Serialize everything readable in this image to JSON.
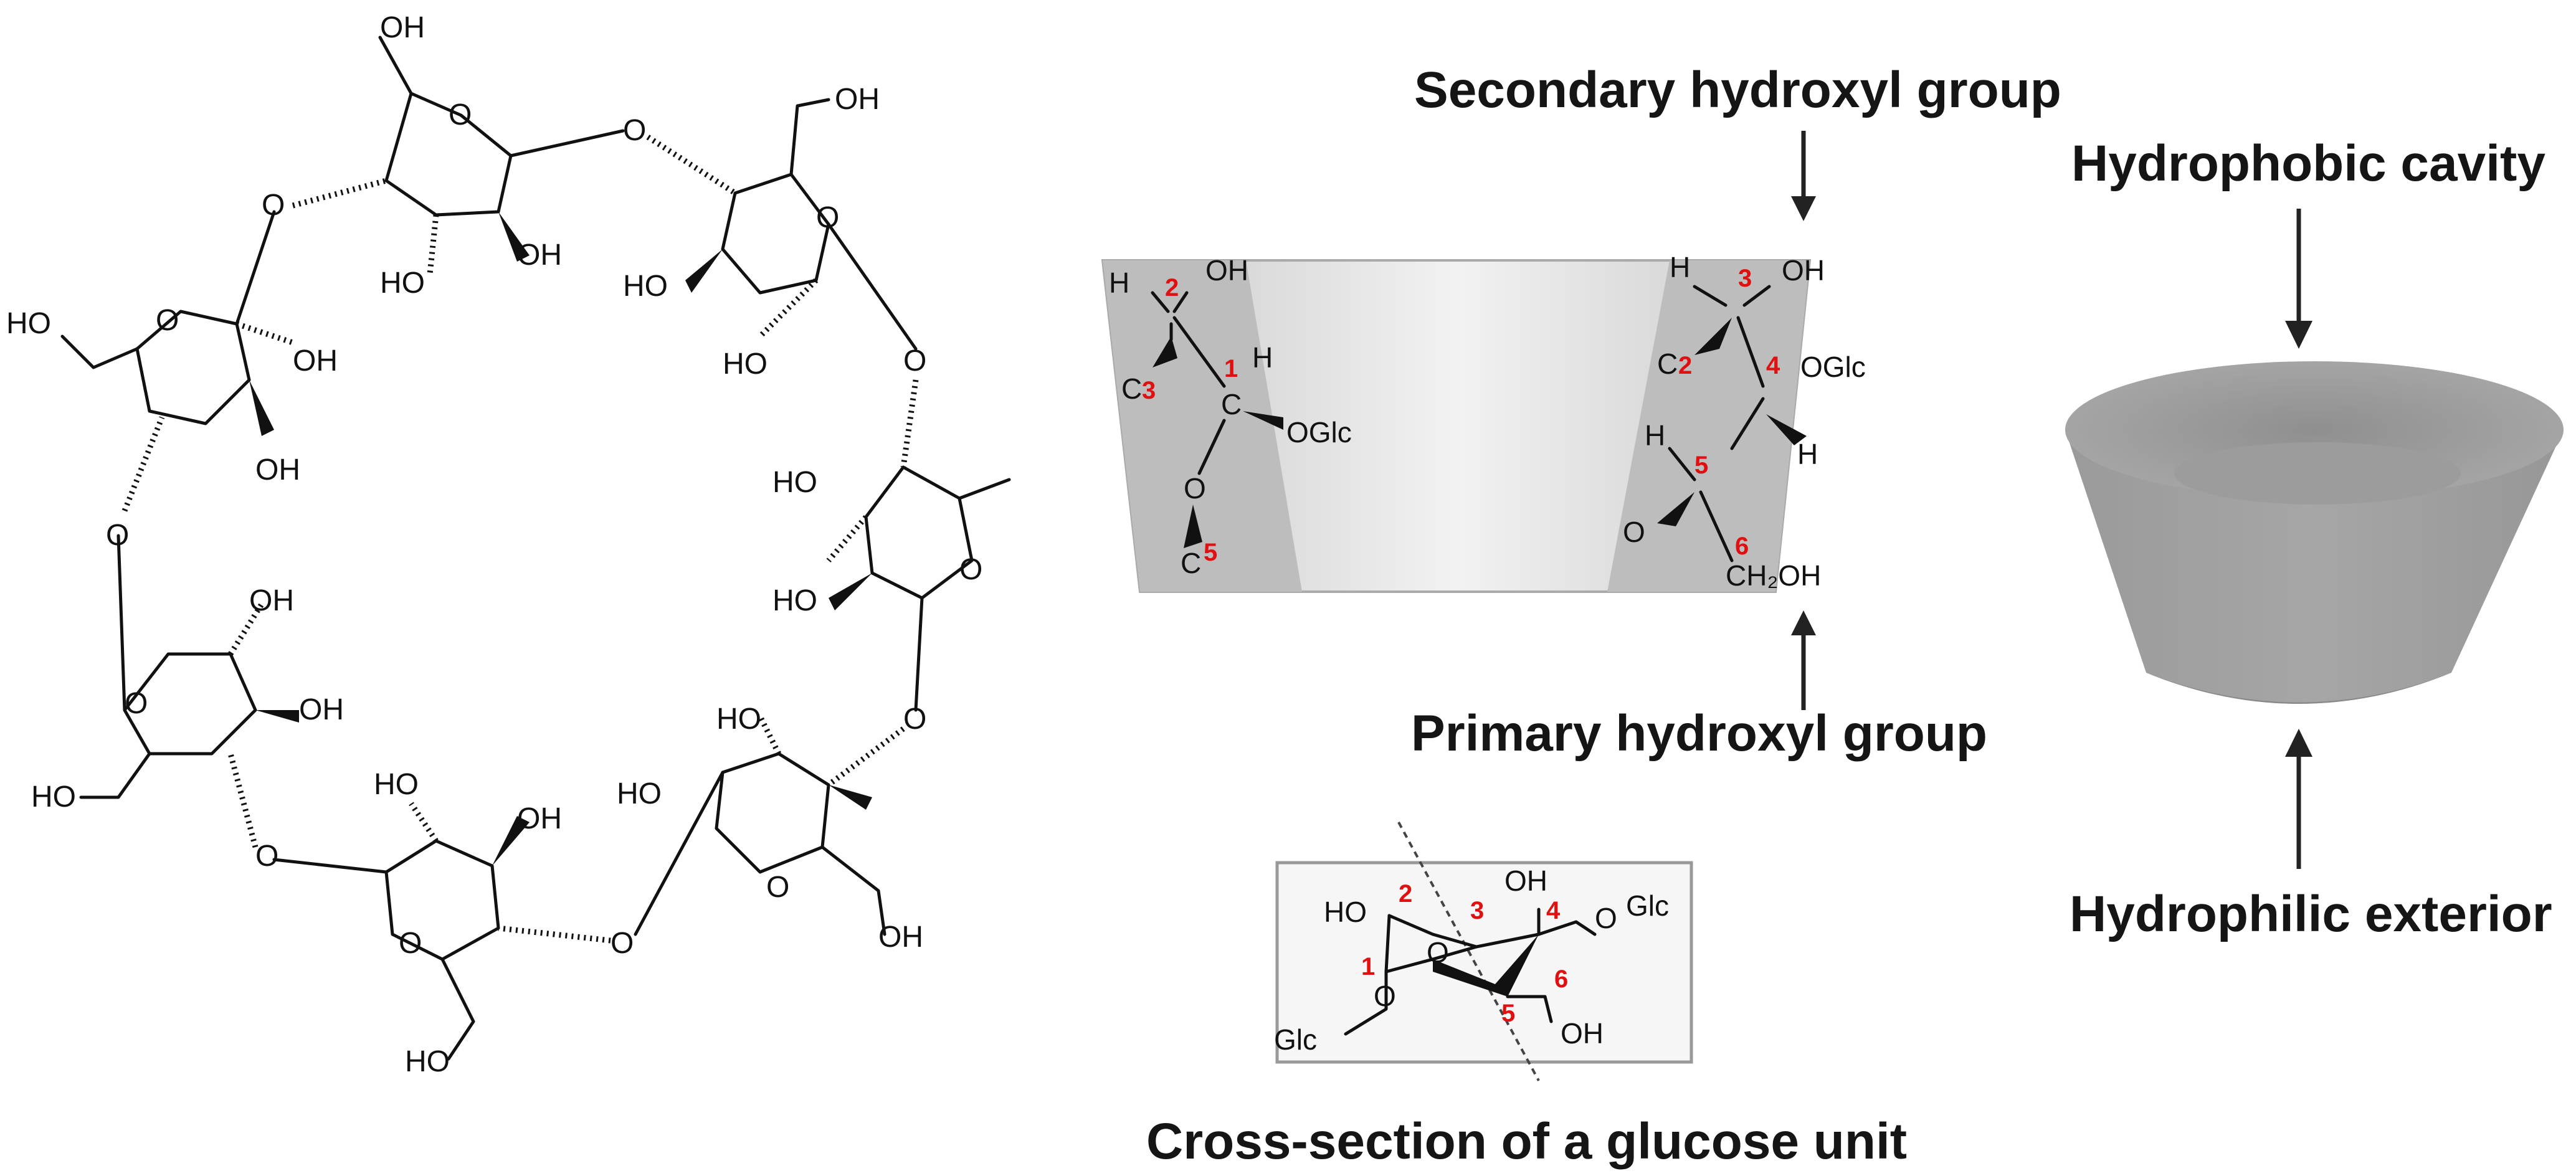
{
  "figure": {
    "ring_labels": {
      "oh": "OH",
      "ho": "HO",
      "o": "O"
    },
    "cone": {
      "secondary_label": "Secondary hydroxyl group",
      "primary_label": "Primary hydroxyl group",
      "left_unit": {
        "h": "H",
        "oh": "OH",
        "c3": "C",
        "c3_num": "3",
        "c2_num": "2",
        "c1": "C",
        "c1_num": "1",
        "h_right": "H",
        "oglc": "OGlc",
        "o": "O",
        "c5": "C",
        "c5_num": "5"
      },
      "right_unit": {
        "h": "H",
        "oh": "OH",
        "c3_num": "3",
        "c2": "C",
        "c2_num": "2",
        "c4_num": "4",
        "oglc": "OGlc",
        "h5": "H",
        "c5_num": "5",
        "h_right": "H",
        "o": "O",
        "c6_num": "6",
        "ch2oh": "CH₂OH"
      }
    },
    "glucose_box": {
      "ho": "HO",
      "oh": "OH",
      "glc_right": "Glc",
      "glc_left": "Glc",
      "oh_bottom": "OH",
      "n1": "1",
      "n2": "2",
      "n3": "3",
      "n4": "4",
      "n5": "5",
      "n6": "6",
      "o": "O",
      "caption": "Cross-section of a glucose unit"
    },
    "bowl": {
      "cavity_label": "Hydrophobic cavity",
      "exterior_label": "Hydrophilic exterior"
    }
  }
}
